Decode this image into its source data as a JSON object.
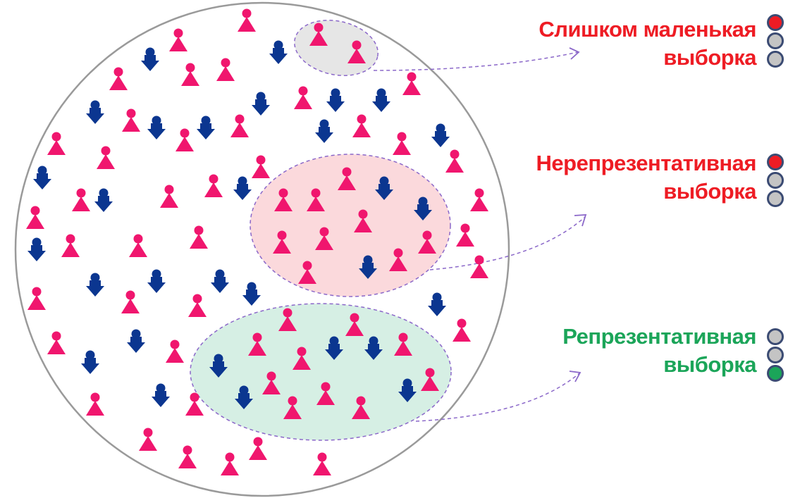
{
  "colors": {
    "magenta": "#f0166e",
    "navy": "#0b3690",
    "red": "#ee1c24",
    "green": "#1ba559",
    "light_off": "#c4c4c4",
    "light_border": "#3b4b73",
    "outline": "#9a9a9a",
    "arrow": "#8b68c9"
  },
  "samples": [
    {
      "id": "small",
      "line1": "Слишком маленькая",
      "line2": "выборка",
      "text_color": "#ee1c24",
      "lit_index": 0,
      "lit_color": "#ee1c24",
      "fill": "#e6e6e6"
    },
    {
      "id": "nonrep",
      "line1": "Нерепрезентативная",
      "line2": "выборка",
      "text_color": "#ee1c24",
      "lit_index": 0,
      "lit_color": "#ee1c24",
      "fill": "#fbd9dc"
    },
    {
      "id": "rep",
      "line1": "Репрезентативная",
      "line2": "выборка",
      "text_color": "#1ba559",
      "lit_index": 2,
      "lit_color": "#1ba559",
      "fill": "#d6efe4"
    }
  ]
}
